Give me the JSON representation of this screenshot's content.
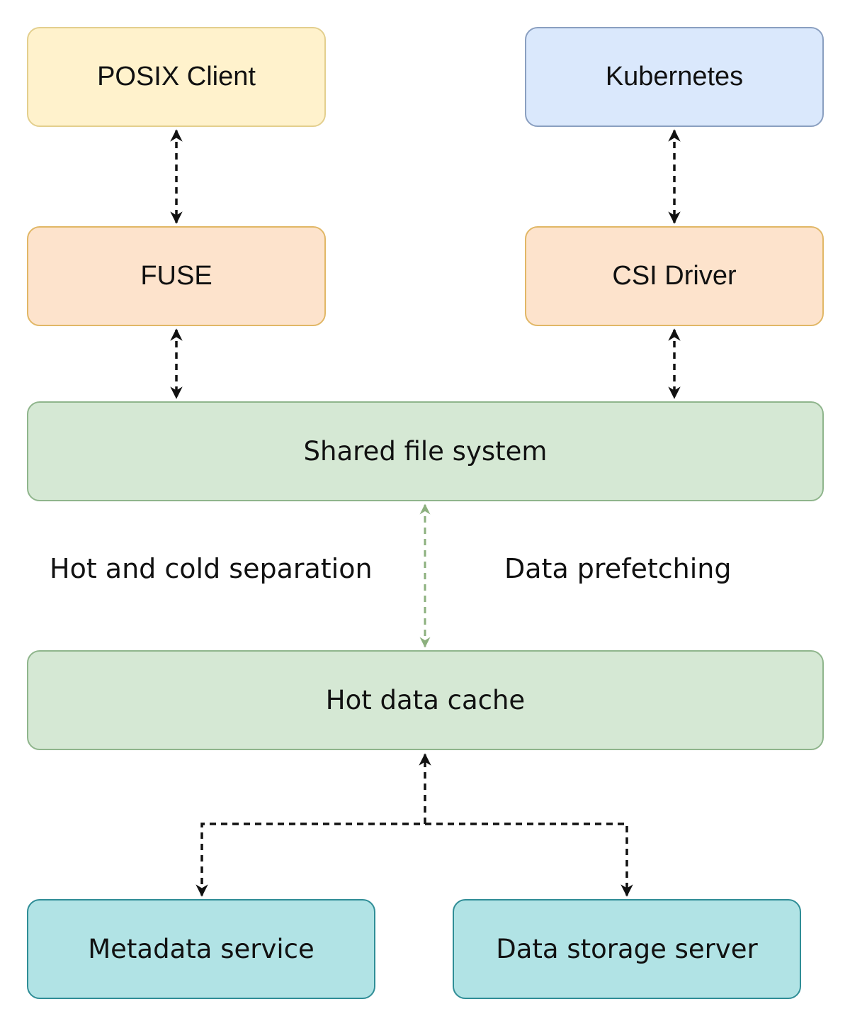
{
  "nodes": {
    "posix_client": "POSIX Client",
    "kubernetes": "Kubernetes",
    "fuse": "FUSE",
    "csi_driver": "CSI Driver",
    "shared_fs": "Shared file system",
    "hot_cache": "Hot data cache",
    "metadata_service": "Metadata service",
    "data_storage": "Data storage server"
  },
  "labels": {
    "hot_cold": "Hot and cold separation",
    "prefetch": "Data prefetching"
  },
  "colors": {
    "connector": "#111111",
    "prefetch_connector": "#8cb07e"
  }
}
